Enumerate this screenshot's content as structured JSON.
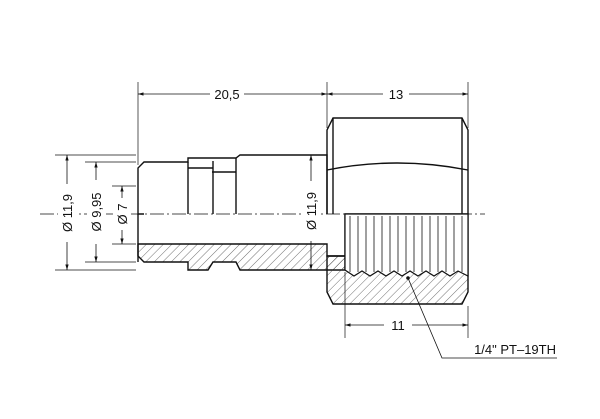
{
  "colors": {
    "line": "#111111",
    "hatch": "#333333",
    "background": "#ffffff"
  },
  "dimensions": {
    "plug_length": "20,5",
    "hex_length": "13",
    "thread_length": "11",
    "diameter_outer": "Ø 11,9",
    "diameter_groove": "Ø 9,95",
    "diameter_bore": "Ø 7",
    "diameter_body": "Ø 11,9"
  },
  "thread_callout": "1/4\" PT–19TH"
}
